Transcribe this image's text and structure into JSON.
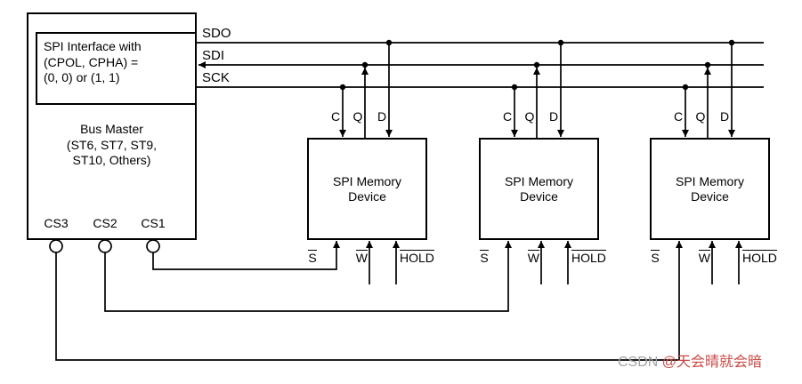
{
  "master": {
    "interface": {
      "line1": "SPI Interface with",
      "line2": "(CPOL, CPHA) =",
      "line3": "(0, 0) or (1, 1)"
    },
    "name": {
      "line1": "Bus Master",
      "line2": "(ST6, ST7, ST9,",
      "line3": "ST10, Others)"
    },
    "cs_pins": {
      "cs3": "CS3",
      "cs2": "CS2",
      "cs1": "CS1"
    }
  },
  "bus_lines": {
    "sdo": "SDO",
    "sdi": "SDI",
    "sck": "SCK"
  },
  "devices": [
    {
      "name_line1": "SPI Memory",
      "name_line2": "Device",
      "pin_c": "C",
      "pin_q": "Q",
      "pin_d": "D",
      "pin_s": "S",
      "pin_w": "W",
      "pin_hold": "HOLD"
    },
    {
      "name_line1": "SPI Memory",
      "name_line2": "Device",
      "pin_c": "C",
      "pin_q": "Q",
      "pin_d": "D",
      "pin_s": "S",
      "pin_w": "W",
      "pin_hold": "HOLD"
    },
    {
      "name_line1": "SPI Memory",
      "name_line2": "Device",
      "pin_c": "C",
      "pin_q": "Q",
      "pin_d": "D",
      "pin_s": "S",
      "pin_w": "W",
      "pin_hold": "HOLD"
    }
  ],
  "watermark": {
    "brand": "CSDN ",
    "handle": "@天会晴就会暗"
  },
  "colors": {
    "wire": "#000000",
    "background": "#ffffff",
    "watermark_brand": "#a3a3a3",
    "watermark_handle": "#c94a45"
  }
}
